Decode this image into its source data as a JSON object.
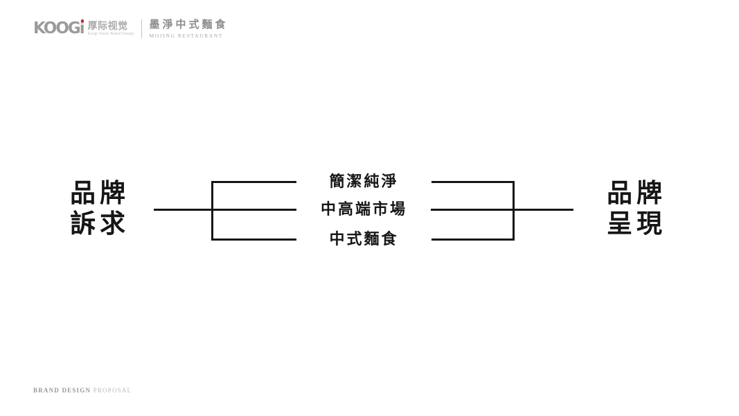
{
  "header": {
    "logo_text": "KOOGi",
    "logo_cn": "厚际视觉",
    "logo_subtitle": "Koogi Vision Brand Design",
    "project_cn": "墨淨中式麵食",
    "project_en": "MOJING RESTAURANT"
  },
  "diagram": {
    "left_term": {
      "line1": "品牌",
      "line2": "訴求"
    },
    "right_term": {
      "line1": "品牌",
      "line2": "呈現"
    },
    "items": [
      "簡潔純淨",
      "中高端市場",
      "中式麵食"
    ]
  },
  "footer": {
    "label_strong": "BRAND DESIGN",
    "label_light": "PROPOSAL"
  },
  "colors": {
    "accent_red": "#e60012",
    "line_black": "#161616",
    "logo_gray": "#9b9b9b"
  }
}
